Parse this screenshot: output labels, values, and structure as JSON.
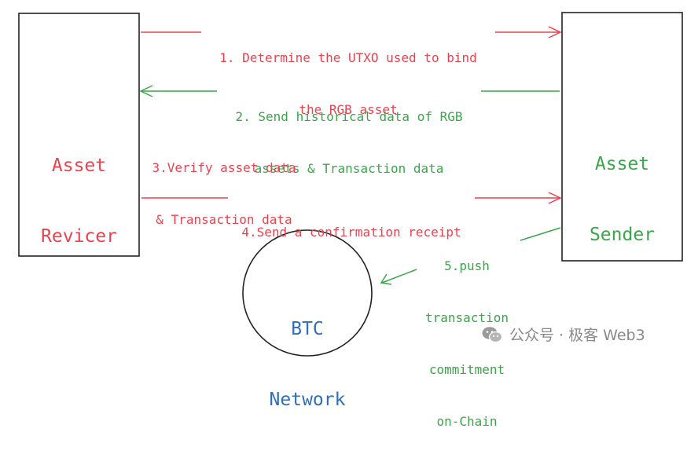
{
  "colors": {
    "red": "#e8434f",
    "green": "#3aa64a",
    "blue": "#2f6fb6",
    "black": "#222222",
    "watermark": "#8a8a8a"
  },
  "nodes": {
    "receiver": {
      "line1": "Asset",
      "line2": "Revicer"
    },
    "sender": {
      "line1": "Asset",
      "line2": "Sender"
    },
    "btc": {
      "line1": "BTC",
      "line2": "Network"
    }
  },
  "steps": {
    "step1": {
      "line1": "1. Determine the UTXO used to bind",
      "line2": "the RGB asset"
    },
    "step2": {
      "line1": "2. Send historical data of RGB",
      "line2": "assets & Transaction data"
    },
    "step3": {
      "line1": "3.Verify asset data",
      "line2": "& Transaction data"
    },
    "step4": {
      "line1": "4.Send a confirmation receipt"
    },
    "step5": {
      "line1": "5.push",
      "line2": "transaction",
      "line3": "commitment",
      "line4": "on-Chain"
    }
  },
  "watermark": {
    "icon": "wechat-icon",
    "text": "公众号 · 极客 Web3"
  }
}
